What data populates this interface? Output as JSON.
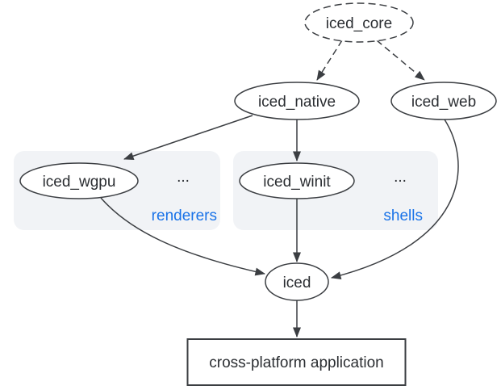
{
  "nodes": {
    "iced_core": {
      "label": "iced_core"
    },
    "iced_native": {
      "label": "iced_native"
    },
    "iced_web": {
      "label": "iced_web"
    },
    "iced_wgpu": {
      "label": "iced_wgpu"
    },
    "iced_winit": {
      "label": "iced_winit"
    },
    "iced": {
      "label": "iced"
    },
    "app": {
      "label": "cross-platform application"
    }
  },
  "groups": {
    "renderers": {
      "label": "renderers",
      "ellipsis": "..."
    },
    "shells": {
      "label": "shells",
      "ellipsis": "..."
    }
  },
  "edges": [
    {
      "from": "iced_core",
      "to": "iced_native",
      "style": "dashed"
    },
    {
      "from": "iced_core",
      "to": "iced_web",
      "style": "dashed"
    },
    {
      "from": "iced_native",
      "to": "iced_wgpu",
      "style": "solid"
    },
    {
      "from": "iced_native",
      "to": "iced_winit",
      "style": "solid"
    },
    {
      "from": "iced_wgpu",
      "to": "iced",
      "style": "solid"
    },
    {
      "from": "iced_winit",
      "to": "iced",
      "style": "solid"
    },
    {
      "from": "iced_web",
      "to": "iced",
      "style": "solid"
    },
    {
      "from": "iced",
      "to": "app",
      "style": "solid"
    }
  ],
  "colors": {
    "background": "#ffffff",
    "node_stroke": "#3b3e42",
    "text": "#2b2e32",
    "group_background": "#f1f3f6",
    "group_label_blue": "#1a73e8"
  }
}
